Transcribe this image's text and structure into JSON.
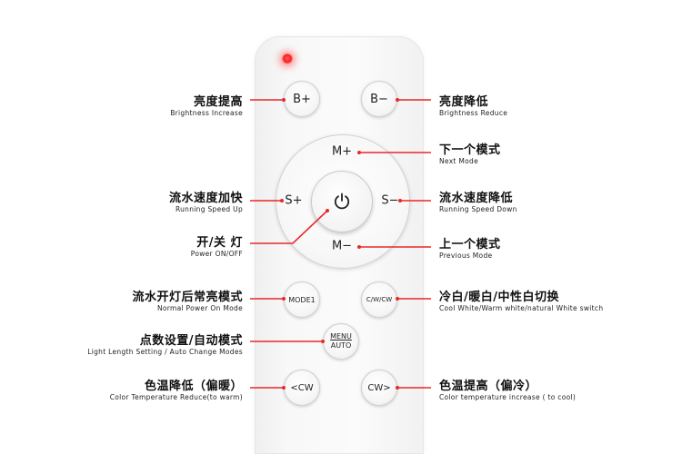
{
  "buttons": {
    "b_plus": "B+",
    "b_minus": "B−",
    "m_plus": "M+",
    "m_minus": "M−",
    "s_plus": "S+",
    "s_minus": "S−",
    "mode1": "MODE1",
    "c_w_cw": "C/W/CW",
    "menu_top": "MENU",
    "menu_bottom": "AUTO",
    "lt_cw": "<CW",
    "cw_gt": "CW>"
  },
  "labels": {
    "brightness_increase": {
      "cn": "亮度提高",
      "en": "Brightness Increase"
    },
    "brightness_reduce": {
      "cn": "亮度降低",
      "en": "Brightness Reduce"
    },
    "next_mode": {
      "cn": "下一个模式",
      "en": "Next Mode"
    },
    "running_speed_up": {
      "cn": "流水速度加快",
      "en": "Running Speed Up"
    },
    "running_speed_down": {
      "cn": "流水速度降低",
      "en": "Running Speed Down"
    },
    "power": {
      "cn": "开/关 灯",
      "en": "Power ON/OFF"
    },
    "previous_mode": {
      "cn": "上一个模式",
      "en": "Previous Mode"
    },
    "normal_power_on_mode": {
      "cn": "流水开灯后常亮模式",
      "en": "Normal Power On Mode"
    },
    "color_switch": {
      "cn": "冷白/暖白/中性白切换",
      "en": "Cool White/Warm white/natural White switch"
    },
    "light_length": {
      "cn": "点数设置/自动模式",
      "en": "Light Length Setting / Auto Change Modes"
    },
    "color_temp_reduce": {
      "cn": "色温降低（偏暖）",
      "en": "Color Temperature Reduce(to warm)"
    },
    "color_temp_increase": {
      "cn": "色温提高（偏冷）",
      "en": "Color temperature increase ( to cool)"
    }
  },
  "colors": {
    "line": "#e8282a",
    "led": "#ff1a1a"
  },
  "icons": {
    "power": "power-icon"
  }
}
